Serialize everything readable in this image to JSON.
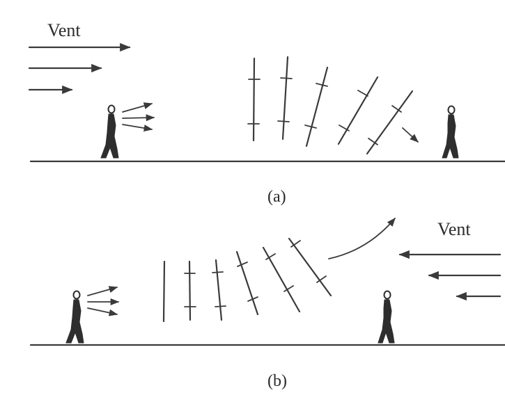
{
  "panel_a": {
    "wind_label": "Vent",
    "caption": "(a)"
  },
  "panel_b": {
    "wind_label": "Vent",
    "caption": "(b)"
  },
  "colors": {
    "ink": "#3a3a3a",
    "background": "#ffffff"
  }
}
